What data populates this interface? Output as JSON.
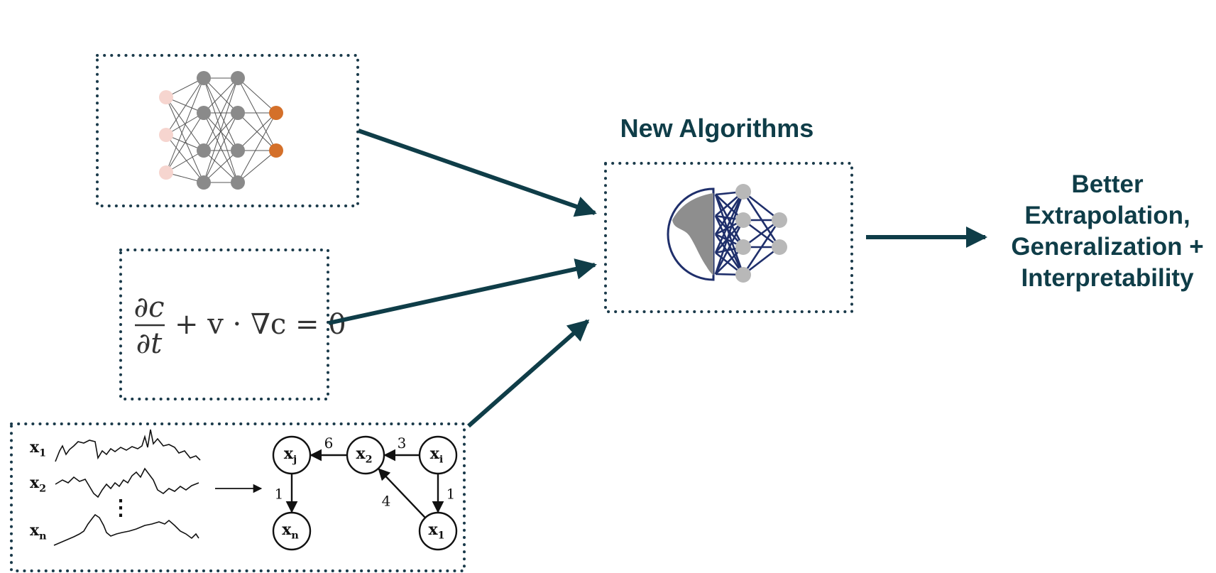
{
  "colors": {
    "title": "#0f3d48",
    "arrow": "#0f3d48",
    "border": "#1a3a4a",
    "nn_input": "#f6d5cf",
    "nn_hidden": "#8a8a8a",
    "nn_output": "#d4702a",
    "hybrid_line": "#1f2f6b",
    "hybrid_node": "#b8b8b8"
  },
  "icons": {
    "neural_network": "neural-network-icon",
    "hybrid_model": "globe-neural-network-icon"
  },
  "equation": {
    "numerator": "∂c",
    "denominator": "∂t",
    "rest": "+ v · ∇c = 0"
  },
  "causal_graph": {
    "series": [
      {
        "base": "x",
        "sub": "1"
      },
      {
        "base": "x",
        "sub": "2"
      },
      {
        "base": "x",
        "sub": "n"
      }
    ],
    "ellipsis": "⋮",
    "nodes": [
      {
        "id": "xj",
        "base": "x",
        "sub": "j"
      },
      {
        "id": "x2",
        "base": "x",
        "sub": "2"
      },
      {
        "id": "xi",
        "base": "x",
        "sub": "i"
      },
      {
        "id": "xn",
        "base": "x",
        "sub": "n"
      },
      {
        "id": "x1",
        "base": "x",
        "sub": "1"
      }
    ],
    "edges": [
      {
        "from": "x2",
        "to": "xj",
        "weight": "6"
      },
      {
        "from": "xi",
        "to": "x2",
        "weight": "3"
      },
      {
        "from": "xj",
        "to": "xn",
        "weight": "1"
      },
      {
        "from": "xi",
        "to": "x1",
        "weight": "1"
      },
      {
        "from": "x1",
        "to": "x2",
        "weight": "4"
      }
    ]
  },
  "center": {
    "title": "New Algorithms"
  },
  "outcome": {
    "lines": [
      "Better",
      "Extrapolation,",
      "Generalization +",
      "Interpretability"
    ]
  }
}
